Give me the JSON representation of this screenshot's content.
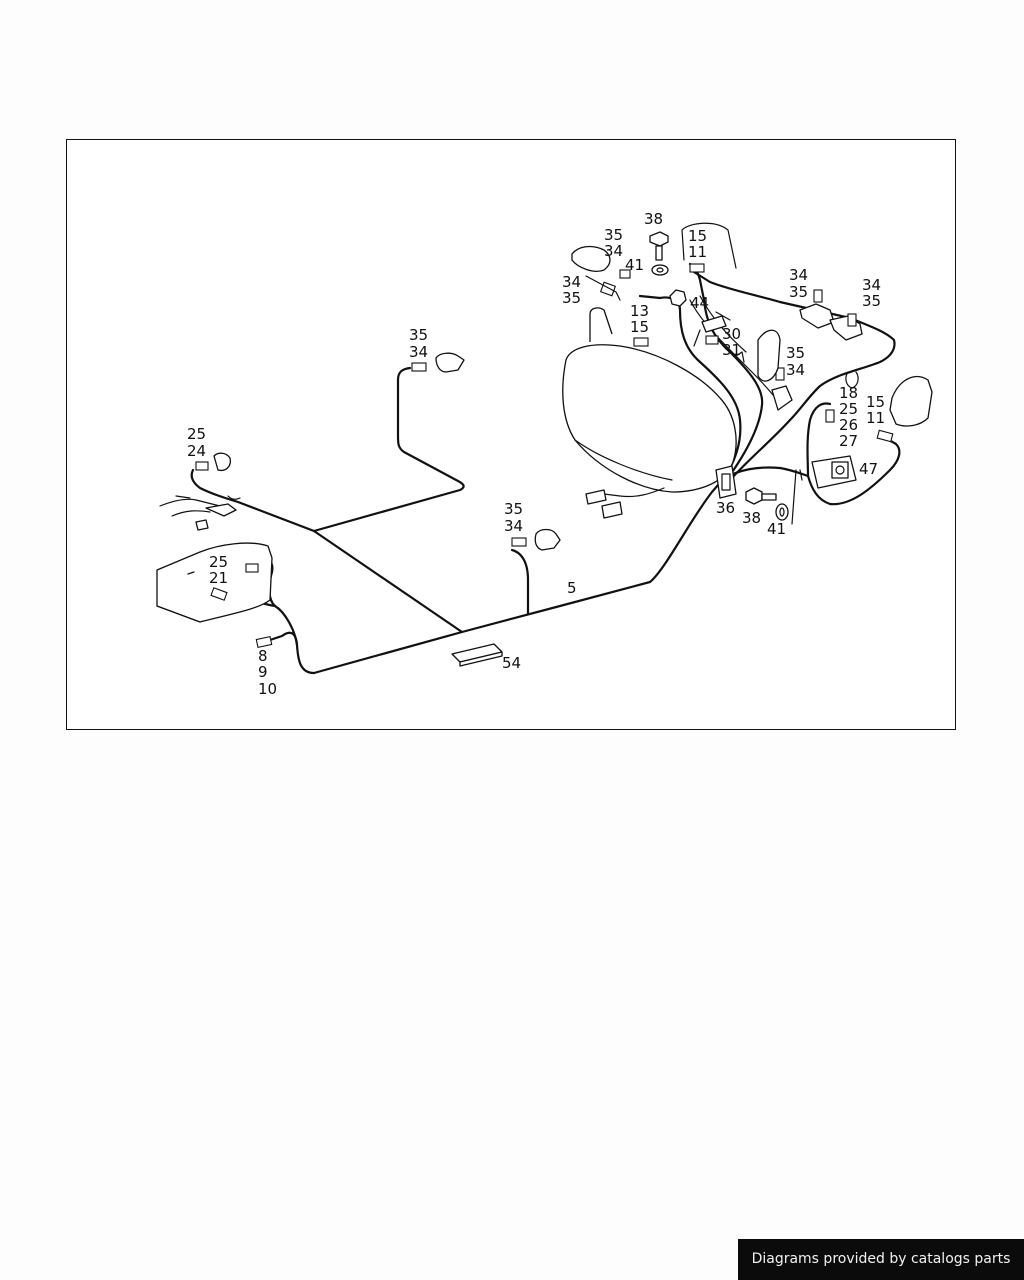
{
  "diagram": {
    "callouts": [
      {
        "id": "c-38-top",
        "text": "38"
      },
      {
        "id": "c-35-a",
        "text": "35"
      },
      {
        "id": "c-34-a",
        "text": "34"
      },
      {
        "id": "c-41-a",
        "text": "41"
      },
      {
        "id": "c-15-a",
        "text": "15"
      },
      {
        "id": "c-11-a",
        "text": "11"
      },
      {
        "id": "c-34-b",
        "text": "34"
      },
      {
        "id": "c-35-b",
        "text": "35"
      },
      {
        "id": "c-44",
        "text": "44"
      },
      {
        "id": "c-13",
        "text": "13"
      },
      {
        "id": "c-15-b",
        "text": "15"
      },
      {
        "id": "c-30",
        "text": "30"
      },
      {
        "id": "c-31",
        "text": "31"
      },
      {
        "id": "c-34-c",
        "text": "34"
      },
      {
        "id": "c-35-c",
        "text": "35"
      },
      {
        "id": "c-34-d",
        "text": "34"
      },
      {
        "id": "c-35-d",
        "text": "35"
      },
      {
        "id": "c-35-e",
        "text": "35"
      },
      {
        "id": "c-34-e",
        "text": "34"
      },
      {
        "id": "c-18",
        "text": "18"
      },
      {
        "id": "c-25-a",
        "text": "25"
      },
      {
        "id": "c-26",
        "text": "26"
      },
      {
        "id": "c-27",
        "text": "27"
      },
      {
        "id": "c-15-c",
        "text": "15"
      },
      {
        "id": "c-11-b",
        "text": "11"
      },
      {
        "id": "c-47",
        "text": "47"
      },
      {
        "id": "c-36",
        "text": "36"
      },
      {
        "id": "c-38-b",
        "text": "38"
      },
      {
        "id": "c-41-b",
        "text": "41"
      },
      {
        "id": "c-35-f",
        "text": "35"
      },
      {
        "id": "c-34-f",
        "text": "34"
      },
      {
        "id": "c-35-g",
        "text": "35"
      },
      {
        "id": "c-34-g",
        "text": "34"
      },
      {
        "id": "c-5",
        "text": "5"
      },
      {
        "id": "c-25-b",
        "text": "25"
      },
      {
        "id": "c-24",
        "text": "24"
      },
      {
        "id": "c-25-c",
        "text": "25"
      },
      {
        "id": "c-21",
        "text": "21"
      },
      {
        "id": "c-8",
        "text": "8"
      },
      {
        "id": "c-9",
        "text": "9"
      },
      {
        "id": "c-10",
        "text": "10"
      },
      {
        "id": "c-54",
        "text": "54"
      }
    ]
  },
  "footer": {
    "credit": "Diagrams provided by catalogs parts"
  }
}
